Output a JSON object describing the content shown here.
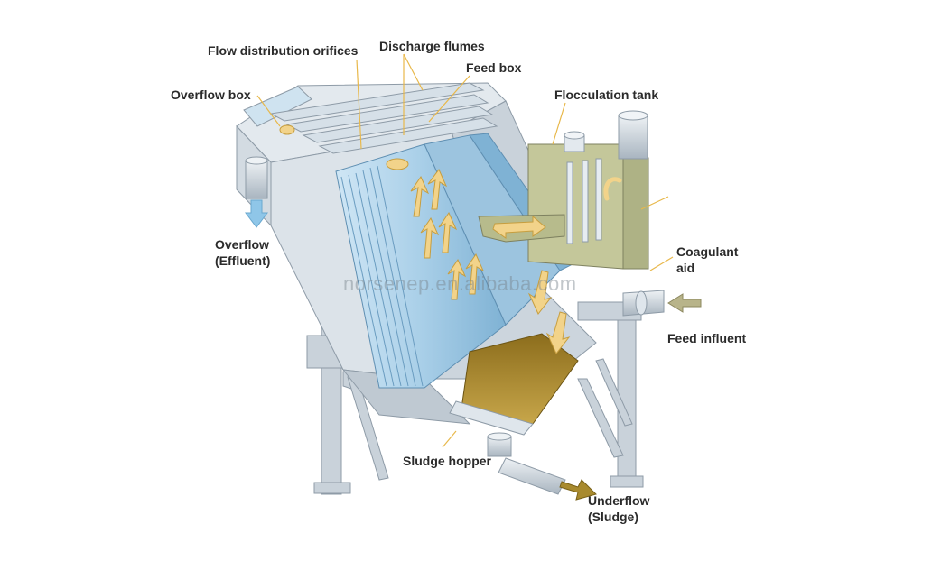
{
  "labels": {
    "flow_distribution_orifices": "Flow distribution orifices",
    "discharge_flumes": "Discharge flumes",
    "feed_box": "Feed box",
    "overflow_box": "Overflow box",
    "flocculation_tank": "Flocculation tank",
    "overflow_line1": "Overflow",
    "overflow_line2": "(Effluent)",
    "coagulant_line1": "Coagulant",
    "coagulant_line2": "aid",
    "feed_influent": "Feed influent",
    "sludge_hopper": "Sludge hopper",
    "underflow_line1": "Underflow",
    "underflow_line2": "(Sludge)"
  },
  "watermark": "norsenep.en.alibaba.com",
  "colors": {
    "steel_light": "#d9e1e8",
    "steel_mid": "#c2ccd5",
    "steel_dark": "#9eabb7",
    "plate_blue": "#a9cfe8",
    "plate_blue_dark": "#7fb2d4",
    "floc_tank": "#c4c79a",
    "sludge": "#a88a2e",
    "arrow": "#f2d38a",
    "effluent_arrow": "#8fc6e8",
    "leader_line": "#e8b84a"
  }
}
